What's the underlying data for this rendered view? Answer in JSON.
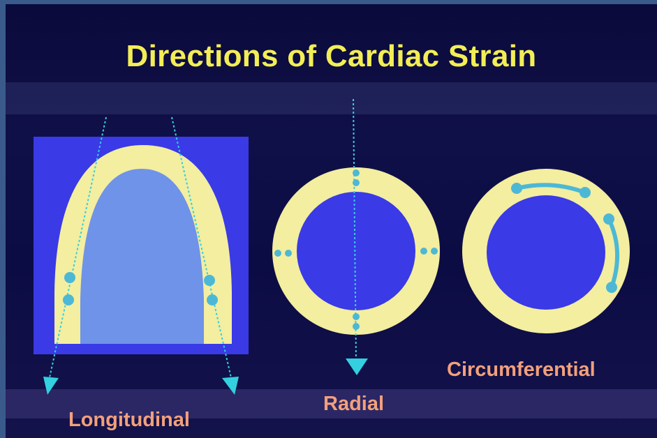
{
  "title": "Directions of Cardiac Strain",
  "panels": [
    {
      "label": "Longitudinal"
    },
    {
      "label": "Radial"
    },
    {
      "label": "Circumferential"
    }
  ],
  "colors": {
    "background": "#0c0c44",
    "title": "#f3ee55",
    "label": "#f2a07c",
    "myocardium": "#f3eea0",
    "cavity_blue": "#3a3ae6",
    "lv_cavity": "#6f93e8",
    "marker": "#4db8d6",
    "arrow": "#33d0e0"
  }
}
